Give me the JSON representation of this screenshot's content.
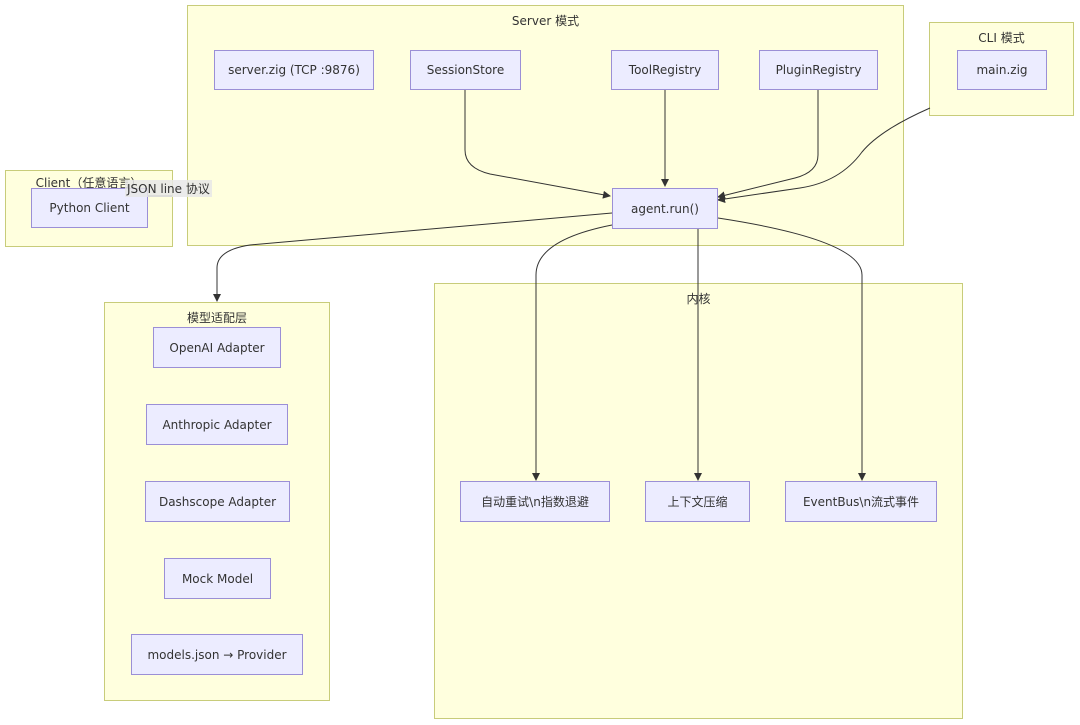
{
  "groups": {
    "server": {
      "title": "Server 模式"
    },
    "cli": {
      "title": "CLI 模式"
    },
    "client": {
      "title": "Client（任意语言）"
    },
    "model": {
      "title": "模型适配层"
    },
    "kernel": {
      "title": "内核"
    }
  },
  "nodes": {
    "server_zig": "server.zig (TCP :9876)",
    "session_store": "SessionStore",
    "tool_registry": "ToolRegistry",
    "plugin_registry": "PluginRegistry",
    "main_zig": "main.zig",
    "python_client": "Python Client",
    "agent_run": "agent.run()",
    "openai_adapter": "OpenAI Adapter",
    "anthropic_adapter": "Anthropic Adapter",
    "dashscope_adapter": "Dashscope Adapter",
    "mock_model": "Mock Model",
    "models_json": "models.json → Provider",
    "auto_retry": "自动重试\\n指数退避",
    "context_compress": "上下文压缩",
    "eventbus": "EventBus\\n流式事件"
  },
  "edge_labels": {
    "json_line": "JSON line 协议"
  },
  "colors": {
    "group_fill": "#ffffde",
    "group_border": "#c8cc7a",
    "node_fill": "#ececff",
    "node_border": "#9b8fd6",
    "edge": "#333333"
  }
}
